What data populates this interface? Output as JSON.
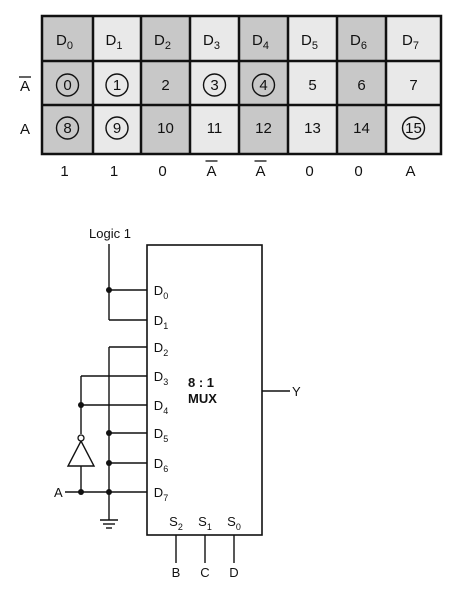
{
  "table": {
    "columns": [
      "D0",
      "D1",
      "D2",
      "D3",
      "D4",
      "D5",
      "D6",
      "D7"
    ],
    "row_labels": [
      {
        "text": "A",
        "bar": true
      },
      {
        "text": "A",
        "bar": false
      }
    ],
    "rows": [
      [
        {
          "v": "0",
          "circled": true
        },
        {
          "v": "1",
          "circled": true
        },
        {
          "v": "2",
          "circled": false
        },
        {
          "v": "3",
          "circled": true
        },
        {
          "v": "4",
          "circled": true
        },
        {
          "v": "5",
          "circled": false
        },
        {
          "v": "6",
          "circled": false
        },
        {
          "v": "7",
          "circled": false
        }
      ],
      [
        {
          "v": "8",
          "circled": true
        },
        {
          "v": "9",
          "circled": true
        },
        {
          "v": "10",
          "circled": false
        },
        {
          "v": "11",
          "circled": false
        },
        {
          "v": "12",
          "circled": false
        },
        {
          "v": "13",
          "circled": false
        },
        {
          "v": "14",
          "circled": false
        },
        {
          "v": "15",
          "circled": true
        }
      ]
    ],
    "results": [
      {
        "text": "1",
        "bar": false
      },
      {
        "text": "1",
        "bar": false
      },
      {
        "text": "0",
        "bar": false
      },
      {
        "text": "A",
        "bar": true
      },
      {
        "text": "A",
        "bar": true
      },
      {
        "text": "0",
        "bar": false
      },
      {
        "text": "0",
        "bar": false
      },
      {
        "text": "A",
        "bar": false
      }
    ],
    "colors": {
      "dark": "#c8c8c8",
      "light": "#e9e9e9"
    }
  },
  "circuit": {
    "logic_label": "Logic 1",
    "mux_line1": "8 : 1",
    "mux_line2": "MUX",
    "output": "Y",
    "inputs": [
      "D0",
      "D1",
      "D2",
      "D3",
      "D4",
      "D5",
      "D6",
      "D7"
    ],
    "selects": [
      "S2",
      "S1",
      "S0"
    ],
    "select_vars": [
      "B",
      "C",
      "D"
    ],
    "a_label": "A"
  }
}
